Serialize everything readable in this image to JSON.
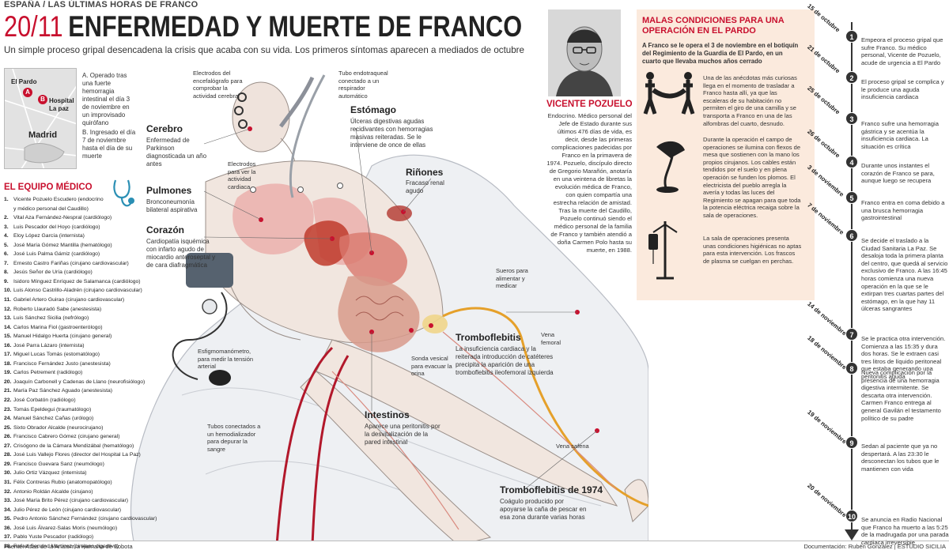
{
  "header": {
    "kicker": "ESPAÑA / LAS ÚLTIMAS HORAS DE FRANCO",
    "date": "20/11",
    "title": "ENFERMEDAD Y MUERTE DE FRANCO",
    "deck": "Un simple proceso gripal desencadena la crisis que acaba con su vida. Los primeros síntomas aparecen a mediados de octubre"
  },
  "map": {
    "labels": {
      "el_pardo": "El Pardo",
      "hospital": "Hospital\nLa paz",
      "madrid": "Madrid"
    },
    "markers": [
      "A",
      "B"
    ],
    "notes": {
      "a": "A. Operado tras una fuerte hemorragia intestinal el día 3 de noviembre en un improvisado quirófano",
      "b": "B. Ingresado el día 7 de noviembre hasta el día de su muerte"
    }
  },
  "team": {
    "title": "EL EQUIPO MÉDICO",
    "members": [
      "Vicente Pozuelo Escudero (endocrino",
      "y médico personal del Caudillo)",
      "Vital Aza Fernández-Nespral (cardiólogo)",
      "Luis Pescador del Hoyo (cardiólogo)",
      "Eloy López García (internista)",
      "José María Gómez Mantilla (hematólogo)",
      "José Luis Palma Gámiz (cardiólogo)",
      "Ernesto Castro Fariñas (cirujano cardiovascular)",
      "Jesús Señor de Uría (cardiólogo)",
      "Isidoro Mínguez Enríquez de Salamanca (cardiólogo)",
      "Luis Alonso Castrillo-Aladrén (cirujano cardiovascular)",
      "Gabriel Artero Guirao (cirujano cardiovascular)",
      "Roberto Llauradó Sabe (anestesista)",
      "Luis Sánchez Sicilia (nefrólogo)",
      "Carlos Marina Fiol (gastroenterólogo)",
      "Manuel Hidalgo Huerta (cirujano general)",
      "José Parra Lázaro (internista)",
      "Miguel Lucas Tomás (estomatólogo)",
      "Francisco Fernández Justo (anestesista)",
      "Carlos Petrement (radiólogo)",
      "Joaquín Carbonell y Cadenas de Llano (neurofisiólogo)",
      "María Paz Sánchez Aguado (anestesista)",
      "José Corbatón (radiólogo)",
      "Tomás Epeldegui (traumatólogo)",
      "Manuel Sánchez Cañas (urólogo)",
      "Sixto Obrador Alcalde (neurocirujano)",
      "Francisco Cabrero Gómez (cirujano general)",
      "Crisógono de la Cámara Mendizábal (hematólogo)",
      "José Luis Vallejo Flores (director del Hospital La Paz)",
      "Francisco Guevara Sanz (neumólogo)",
      "Julio Ortiz Vázquez (internista)",
      "Félix Contreras Rubio (anatomopatólogo)",
      "Antonio Roldán Alcalde (cirujano)",
      "José María Brito Pérez (cirujano cardiovascular)",
      "Julio Pérez de León (cirujano cardiovascular)",
      "Pedro Antonio Sánchez Fernández (cirujano cardiovascular)",
      "José Luis Álvarez-Salas Moris (neumólogo)",
      "Pablo Yuste Pescador (radiólogo)",
      "Rafael Serrano Martínez (cirujano digestivo)"
    ],
    "numbers": [
      "1.",
      "",
      "2.",
      "3.",
      "4.",
      "5.",
      "6.",
      "7.",
      "8.",
      "9.",
      "10.",
      "11.",
      "12.",
      "13.",
      "14.",
      "15.",
      "16.",
      "17.",
      "18.",
      "19.",
      "20.",
      "21.",
      "22.",
      "23.",
      "24.",
      "25.",
      "26.",
      "27.",
      "28.",
      "29.",
      "30.",
      "31.",
      "32.",
      "33.",
      "34.",
      "35.",
      "36.",
      "37.",
      "38."
    ]
  },
  "organs": {
    "cerebro": {
      "title": "Cerebro",
      "text": "Enfermedad de Parkinson diagnosticada un año antes"
    },
    "pulmones": {
      "title": "Pulmones",
      "text": "Bronconeumonía bilateral aspirativa"
    },
    "corazon": {
      "title": "Corazón",
      "text": "Cardiopatía isquémica con infarto agudo de miocardio anteroseptal y de cara diafragmática"
    },
    "estomago": {
      "title": "Estómago",
      "text": "Úlceras digestivas agudas recidivantes con hemorragias masivas reiteradas. Se le interviene de once de ellas"
    },
    "rinones": {
      "title": "Riñones",
      "text": "Fracaso renal agudo"
    },
    "intestinos": {
      "title": "Intestinos",
      "text": "Aparece una peritonitis por la desvitalización de la pared intestinal"
    },
    "trombo1": {
      "title": "Tromboflebitis",
      "text": "La insuficiencia cardiaca y la reiterada introducción de catéteres precipita la aparición de una tromboflebitis ileofemoral izquierda"
    },
    "trombo2": {
      "title": "Tromboflebitis de 1974",
      "text": "Coágulo producido por apoyarse la caña de pescar en esa zona durante varias horas"
    }
  },
  "devices": {
    "electrodos_cerebro": "Electrodos del encefalógrafo para comprobar la actividad cerebral",
    "tubo": "Tubo endotraqueal conectado a un respirador automático",
    "electrodos_cardiaca": "Electrodos para ver la actividad cardiaca",
    "sueros": "Sueros para alimentar y medicar",
    "sonda": "Sonda vesical para evacuar la orina",
    "vena_femoral": "Vena femoral",
    "vena_safena": "Vena safena",
    "esfigmo": "Esfigmomanómetro, para medir la tensión arterial",
    "tubos_hemo": "Tubos conectados a un hemodializador para depurar la sangre"
  },
  "bio": {
    "name": "VICENTE POZUELO",
    "text": "Endocrino. Médico personal del Jefe de Estado durante sus últimos 476 días de vida, es decir, desde las primeras complicaciones padecidas por Franco en la primavera de 1974. Pozuelo, discípulo directo de Gregorio Marañón, anotaría en una veintena de libretas la evolución médica de Franco, con quien compartía una estrecha relación de amistad. Tras la muerte del Caudillo, Pozuelo continuó siendo el médico personal de la familia de Franco y también atendió a doña Carmen Polo hasta su muerte, en 1988."
  },
  "side": {
    "title": "MALAS CONDICIONES PARA UNA OPERACIÓN EN EL PARDO",
    "lead": "A Franco se le opera el 3 de noviembre en el botiquín del Regimiento de la Guardia de El Pardo, en un cuarto que llevaba muchos años cerrado",
    "p1": "Una de las anécdotas más curiosas llega en el momento de trasladar a Franco hasta allí, ya que las escaleras de su habitación no permiten el giro de una camilla y se transporta a Franco en una de las alfombras del cuarto, desnudo.",
    "p2": "Durante la operación el campo de operaciones se ilumina con flexos de mesa que sostienen con la mano los propios cirujanos. Los cables están tendidos por el suelo y en plena operación se funden los plomos. El electricista del pueblo arregla la avería y todas las luces del Regimiento se apagan para que toda la potencia eléctrica recaiga sobre la sala de operaciones.",
    "p3": "La sala de operaciones presenta unas condiciones higiénicas no aptas para esta intervención. Los frascos de plasma se cuelgan en perchas."
  },
  "timeline": [
    {
      "n": "1",
      "date": "15 de octubre",
      "text": "Empeora el proceso gripal que sufre Franco. Su médico personal, Vicente de Pozuelo, acude de urgencia a El Pardo"
    },
    {
      "n": "2",
      "date": "21 de octubre",
      "text": "El proceso gripal se complica y le produce una aguda insuficiencia cardiaca"
    },
    {
      "n": "3",
      "date": "25 de octubre",
      "text": "Franco sufre una hemorragia gástrica y se acentúa la insuficiencia cardiaca. La situación es crítica"
    },
    {
      "n": "4",
      "date": "26 de octubre",
      "text": "Durante unos instantes el corazón de Franco se para, aunque luego se recupera"
    },
    {
      "n": "5",
      "date": "3 de noviembre",
      "text": "Franco entra en coma debido a una brusca hemorragia gastrointestinal"
    },
    {
      "n": "6",
      "date": "7 de noviembre",
      "text": "Se decide el traslado a la Ciudad Sanitaria La Paz. Se desaloja toda la primera planta del centro, que quedá al servicio exclusivo de Franco. A las 16:45 horas comienza una nueva operación en la que se le extirpan tres cuartas partes del estómago, en la que hay 11 úlceras sangrantes"
    },
    {
      "n": "7",
      "date": "14 de noviembre",
      "text": "Se le practica otra intervención. Comienza a las 15:35 y dura dos horas. Se le extraen casi tres litros de líquido peritoneal que estaba generando una peritonitis aguda"
    },
    {
      "n": "8",
      "date": "18 de noviembre",
      "text": "Nueva complicación por la presencia de una hemorragia digestiva intermitente. Se descarta otra intervención. Carmen Franco entrega al general Gavilán el testamento político de su padre"
    },
    {
      "n": "9",
      "date": "19 de noviembre",
      "text": "Sedan al paciente que ya no despertará. A las 23:30 le desconectan los tubos que le mantienen con vida"
    },
    {
      "n": "10",
      "date": "20 de noviembre",
      "text": "Se anuncia en Radio Nacional que Franco ha muerto a las 5:25 de la madrugada por una parada cardiaca irreversible"
    }
  ],
  "footer": {
    "source": "Fuente: Atlas de la Anatomía Humana de Sobota",
    "credit": "Documentación: Rubén González | ESTUDIO SICILIA"
  },
  "colors": {
    "accent": "#c8102e",
    "panel": "#fbeadd",
    "vein": "#e5a02a"
  }
}
